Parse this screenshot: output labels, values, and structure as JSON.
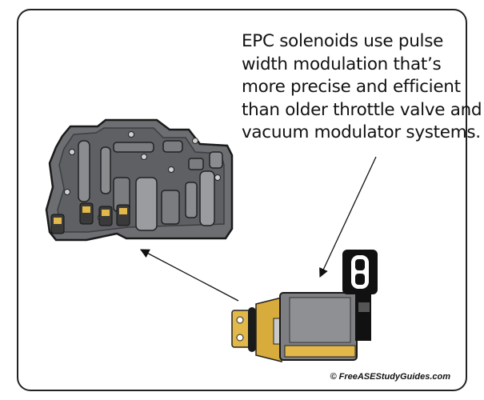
{
  "callout": {
    "lines": [
      "EPC solenoids use pulse",
      "width modulation that’s",
      "more precise and efficient",
      "than older throttle valve and",
      "vacuum modulator systems."
    ]
  },
  "credit": "© FreeASEStudyGuides.com",
  "colors": {
    "frame": "#222222",
    "valve_body": "#6c6e72",
    "valve_body_dark": "#3c3e42",
    "solenoid_body": "#7d7f82",
    "brass": "#e2b84a",
    "connector": "#111111"
  },
  "icons": [
    "valve-body-illustration",
    "epc-solenoid-illustration",
    "pointer-arrow-icon"
  ]
}
